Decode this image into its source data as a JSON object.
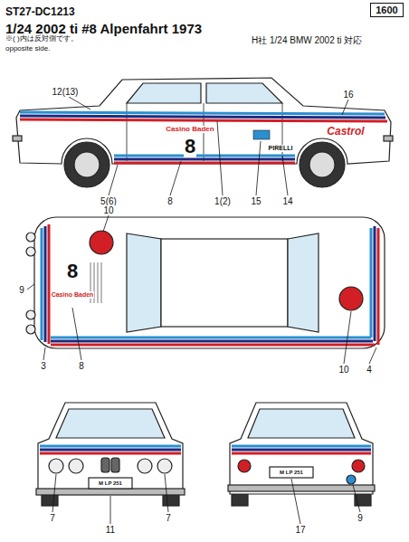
{
  "diagram": {
    "title": "1/24 2002 ti #8 Alpenfahrt 1973",
    "nodes": [
      {
        "text": [
          "1600"
        ]
      }
    ],
    "labels": [
      "ST27-DC1213",
      "※( )内は反対側です。",
      "opposite side.",
      "H社 1/24 BMW 2002 ti 対応",
      "12(13)",
      "16",
      "5(6)",
      "8",
      "1(2)",
      "15",
      "14",
      "Casino Baden",
      "8",
      "Castrol",
      "PIRELLI",
      "10",
      "9",
      "3",
      "8",
      "10",
      "4",
      "8",
      "Casino Baden",
      "7",
      "11",
      "7",
      "M LP 251",
      "17",
      "9",
      "M LP 251"
    ]
  }
}
